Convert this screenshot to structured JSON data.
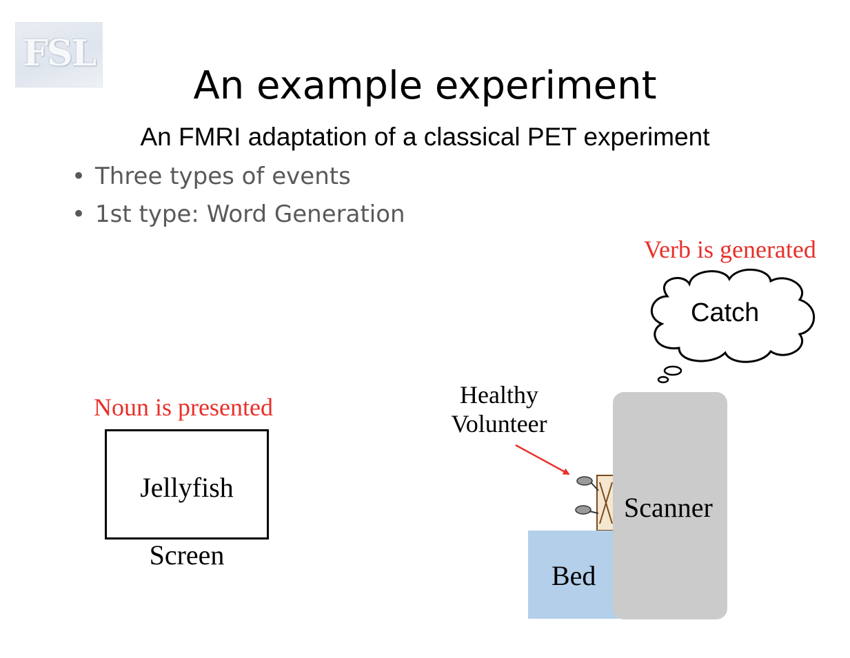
{
  "slide": {
    "logo_text": "FSL",
    "title": "An example experiment",
    "subtitle": "An FMRI adaptation of a classical PET experiment",
    "bullets": [
      "Three types of events",
      "1st type: Word Generation"
    ]
  },
  "diagram": {
    "noun_caption": "Noun is presented",
    "screen_word": "Jellyfish",
    "screen_label": "Screen",
    "verb_caption": "Verb is generated",
    "thought_word": "Catch",
    "volunteer_label_line1": "Healthy",
    "volunteer_label_line2": "Volunteer",
    "scanner_label": "Scanner",
    "bed_label": "Bed"
  },
  "colors": {
    "caption_red": "#e8302a",
    "bed_blue": "#b3cfe9",
    "scanner_gray": "#cbcbcb",
    "bullet_gray": "#595959"
  }
}
